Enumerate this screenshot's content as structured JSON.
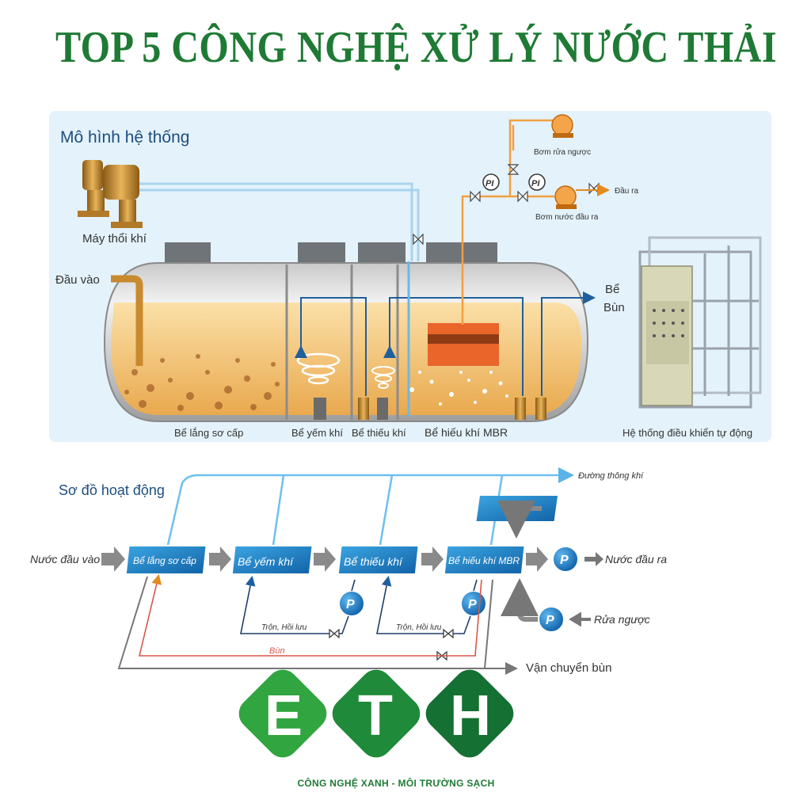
{
  "title": "TOP 5 CÔNG NGHỆ XỬ LÝ NƯỚC THẢI",
  "model": {
    "heading": "Mô hình hệ thống",
    "blower": "Máy thổi khí",
    "inlet": "Đầu vào",
    "backwash_pump": "Bơm rửa ngược",
    "outlet": "Đầu ra",
    "outlet_pump": "Bơm nước đầu ra",
    "pi": "PI",
    "sludge_tank_1": "Bể",
    "sludge_tank_2": "Bùn",
    "tank_primary": "Bể lắng sơ cấp",
    "tank_anaerobic": "Bể yếm khí",
    "tank_anoxic": "Bể thiếu khí",
    "tank_mbr": "Bể hiếu khí MBR",
    "control": "Hệ thống điều khiển tự động"
  },
  "flow": {
    "heading": "Sơ đồ hoạt động",
    "air_line": "Đường thông khí",
    "blower": "Máy thổi khí",
    "input": "Nước đầu vào",
    "box_primary": "Bể lắng sơ cấp",
    "box_anaerobic": "Bể yếm khí",
    "box_anoxic": "Bể thiếu khí",
    "box_mbr": "Bể hiếu khí MBR",
    "pump": "P",
    "output": "Nước đầu ra",
    "backwash": "Rửa ngược",
    "mix1": "Trộn, Hồi lưu",
    "mix2": "Trộn, Hồi lưu",
    "sludge": "Bùn",
    "sludge_transport": "Vận chuyển bùn"
  },
  "logo": {
    "letter_e": "E",
    "letter_t": "T",
    "letter_h": "H",
    "slogan": "CÔNG NGHỆ XANH - MÔI TRƯỜNG SẠCH"
  },
  "colors": {
    "title_green": "#1e7a34",
    "box_blue": "#1a7fc4",
    "panel_bg": "#e4f2fb",
    "pipe_orange": "#f0a040"
  }
}
